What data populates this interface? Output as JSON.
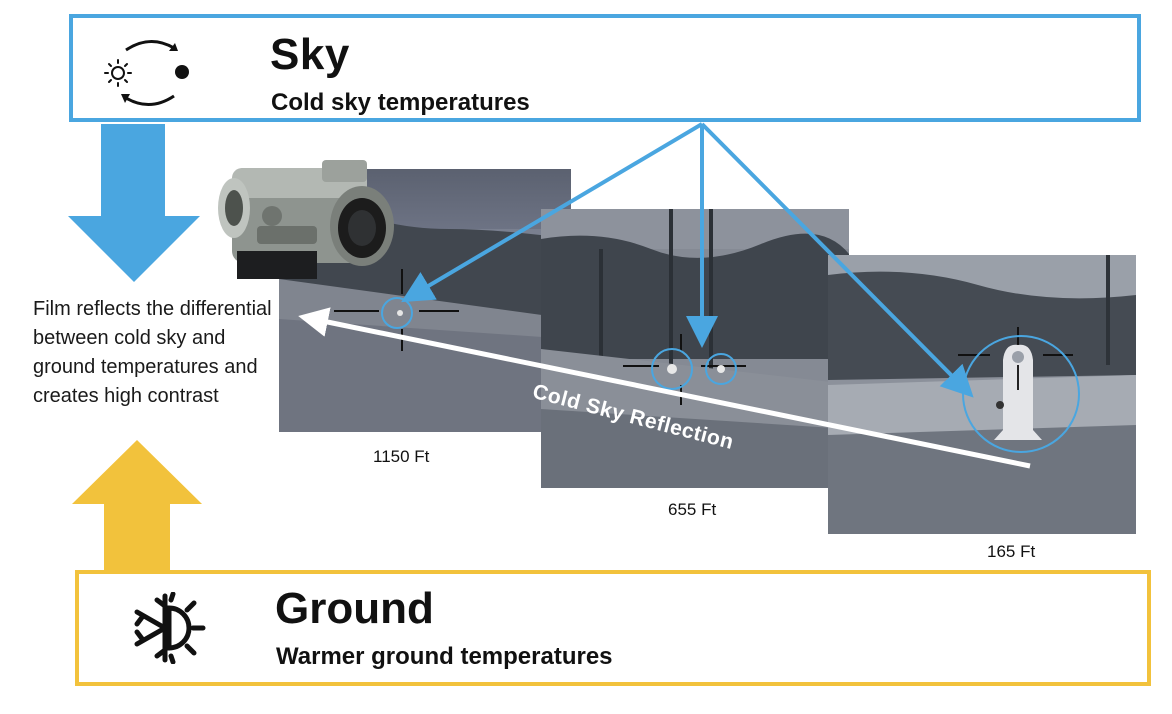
{
  "sky": {
    "title": "Sky",
    "subtitle": "Cold sky temperatures",
    "icon": "sun-moon-cycle-icon",
    "color": "#4aa6e0"
  },
  "ground": {
    "title": "Ground",
    "subtitle": "Warmer ground temperatures",
    "icon": "snowflake-sun-icon",
    "color": "#f2c23c"
  },
  "side_text": "Film reflects the differential between cold sky and ground temperatures and creates high contrast",
  "reflection_label": "Cold Sky Reflection",
  "frames": [
    {
      "distance": "1150 Ft"
    },
    {
      "distance": "655 Ft"
    },
    {
      "distance": "165 Ft"
    }
  ]
}
